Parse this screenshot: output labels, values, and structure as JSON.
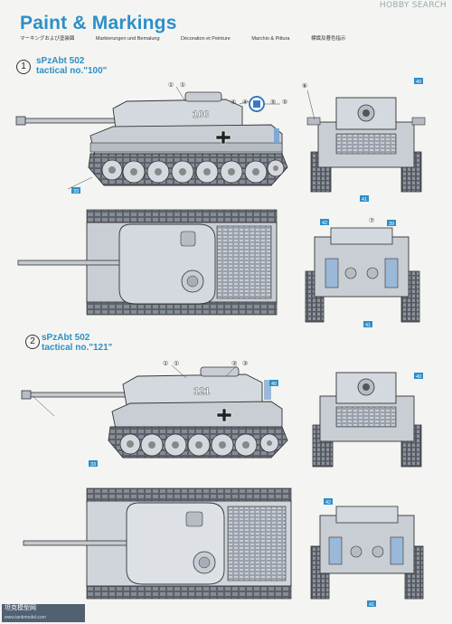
{
  "watermark_top": "HOBBY SEARCH",
  "title": "Paint & Markings",
  "subtitles": [
    "マーキングおよび塗装図",
    "Markierungen und Bemalung",
    "Décoration et Peinture",
    "Marchio & Pittura",
    "標識及著色指示"
  ],
  "schemes": [
    {
      "number": "1",
      "unit": "sPzAbt 502",
      "tactical": "tactical no.\"100\"",
      "turret_no": "100"
    },
    {
      "number": "2",
      "unit": "sPzAbt 502",
      "tactical": "tactical no.\"121\"",
      "turret_no": "121"
    }
  ],
  "callouts_scheme1": [
    "①",
    "①",
    "④",
    "④",
    "⑤",
    "⑤",
    "⑥",
    "⑦"
  ],
  "callouts_scheme2": [
    "①",
    "①",
    "③",
    "③"
  ],
  "paint_codes": [
    "40",
    "33",
    "42",
    "41",
    "41",
    "39",
    "40",
    "33",
    "40",
    "42",
    "41"
  ],
  "colors": {
    "title": "#2d8fc8",
    "tank_light": "#d4d9df",
    "tank_mid": "#b6bcc4",
    "tank_dark": "#7e8590",
    "line": "#333333",
    "insignia_blue": "#3a79c2"
  },
  "watermark_bottom": {
    "line1": "坦克模型网",
    "line2": "www.tankmodel.com"
  }
}
